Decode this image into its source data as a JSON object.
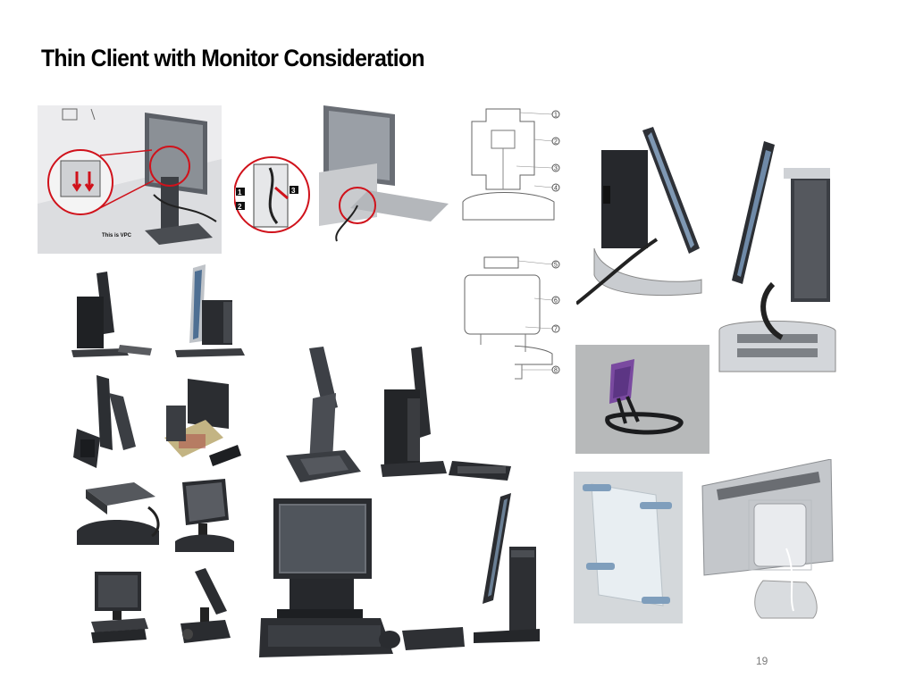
{
  "slide": {
    "title": "Thin Client with Monitor Consideration",
    "page_number": "19"
  },
  "figures": {
    "vpc_caption": "This is VPC",
    "step_tags": [
      "1",
      "2",
      "3"
    ],
    "stand_front_callouts": [
      "1",
      "2",
      "3",
      "4"
    ],
    "stand_back_callouts": [
      "5",
      "6",
      "7",
      "8"
    ]
  },
  "colors": {
    "callout_red": "#d0121b",
    "bracket_purple": "#7a4aa0"
  }
}
